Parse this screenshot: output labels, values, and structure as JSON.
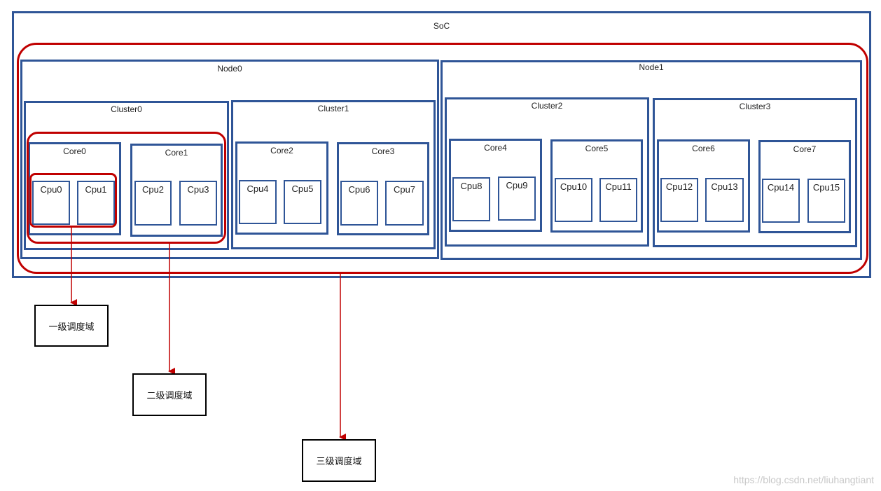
{
  "soc": {
    "label": "SoC",
    "nodes": [
      {
        "label": "Node0",
        "clusters": [
          {
            "label": "Cluster0",
            "cores": [
              {
                "label": "Core0",
                "cpus": [
                  "Cpu0",
                  "Cpu1"
                ]
              },
              {
                "label": "Core1",
                "cpus": [
                  "Cpu2",
                  "Cpu3"
                ]
              }
            ]
          },
          {
            "label": "Cluster1",
            "cores": [
              {
                "label": "Core2",
                "cpus": [
                  "Cpu4",
                  "Cpu5"
                ]
              },
              {
                "label": "Core3",
                "cpus": [
                  "Cpu6",
                  "Cpu7"
                ]
              }
            ]
          }
        ]
      },
      {
        "label": "Node1",
        "clusters": [
          {
            "label": "Cluster2",
            "cores": [
              {
                "label": "Core4",
                "cpus": [
                  "Cpu8",
                  "Cpu9"
                ]
              },
              {
                "label": "Core5",
                "cpus": [
                  "Cpu10",
                  "Cpu11"
                ]
              }
            ]
          },
          {
            "label": "Cluster3",
            "cores": [
              {
                "label": "Core6",
                "cpus": [
                  "Cpu12",
                  "Cpu13"
                ]
              },
              {
                "label": "Core7",
                "cpus": [
                  "Cpu14",
                  "Cpu15"
                ]
              }
            ]
          }
        ]
      }
    ]
  },
  "domains": [
    {
      "label": "一级调度域"
    },
    {
      "label": "二级调度域"
    },
    {
      "label": "三级调度域"
    }
  ],
  "watermark": "https://blog.csdn.net/liuhangtiant",
  "colors": {
    "box_border": "#2f5597",
    "domain_border": "#c00000",
    "target_border": "#000000"
  }
}
